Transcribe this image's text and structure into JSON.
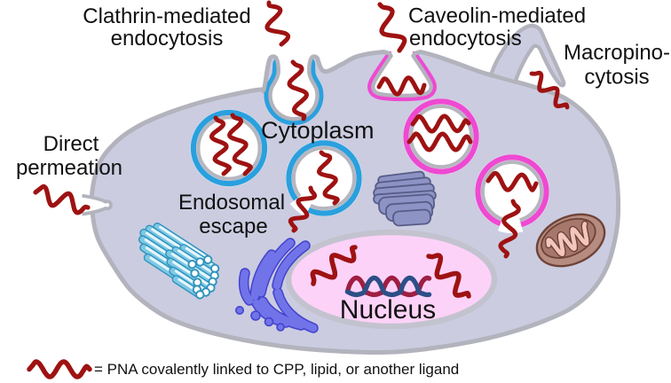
{
  "figure": {
    "description": "Cellular uptake pathways of PNA conjugates"
  },
  "labels": {
    "clathrin": {
      "line1": "Clathrin-mediated",
      "line2": "endocytosis"
    },
    "caveolin": {
      "line1": "Caveolin-mediated",
      "line2": "endocytosis"
    },
    "macropinocytosis": {
      "line1": "Macropino-",
      "line2": "cytosis"
    },
    "direct_permeation": {
      "line1": "Direct",
      "line2": "permeation"
    },
    "cytoplasm": "Cytoplasm",
    "endosomal_escape": {
      "line1": "Endosomal",
      "line2": "escape"
    },
    "nucleus": "Nucleus"
  },
  "legend": {
    "symbol": "pna-squiggle",
    "text": "= PNA covalently linked to CPP, lipid, or another ligand"
  },
  "colors": {
    "cell_fill": "#cbcce0",
    "cell_border": "#b3b3bd",
    "coat_blue": "#2aa0de",
    "coat_pink": "#ee49d2",
    "ring_gray": "#b6b6bf",
    "pna_red": "#9e1212",
    "nucleus_fill": "#fdd2f8",
    "nucleus_border": "#c3c3cf",
    "dna_blue": "#2b4f86",
    "dna_red": "#9e1e41",
    "golgi_fill": "#7173e9",
    "golgi_stroke": "#4343cd",
    "stack_fill": "#8d93c4",
    "stack_stroke": "#575c87",
    "tube_fill": "#7ec8e4",
    "tube_stroke": "#2f93bd",
    "tube_highlight": "#e6f6fc",
    "tube_cap": "#ffffff",
    "mito_outer": "#b58c7f",
    "mito_inner": "#a5786b",
    "mito_stroke": "#6f4237",
    "mito_cristae": "#f2c6bd",
    "text_color": "#111111"
  }
}
